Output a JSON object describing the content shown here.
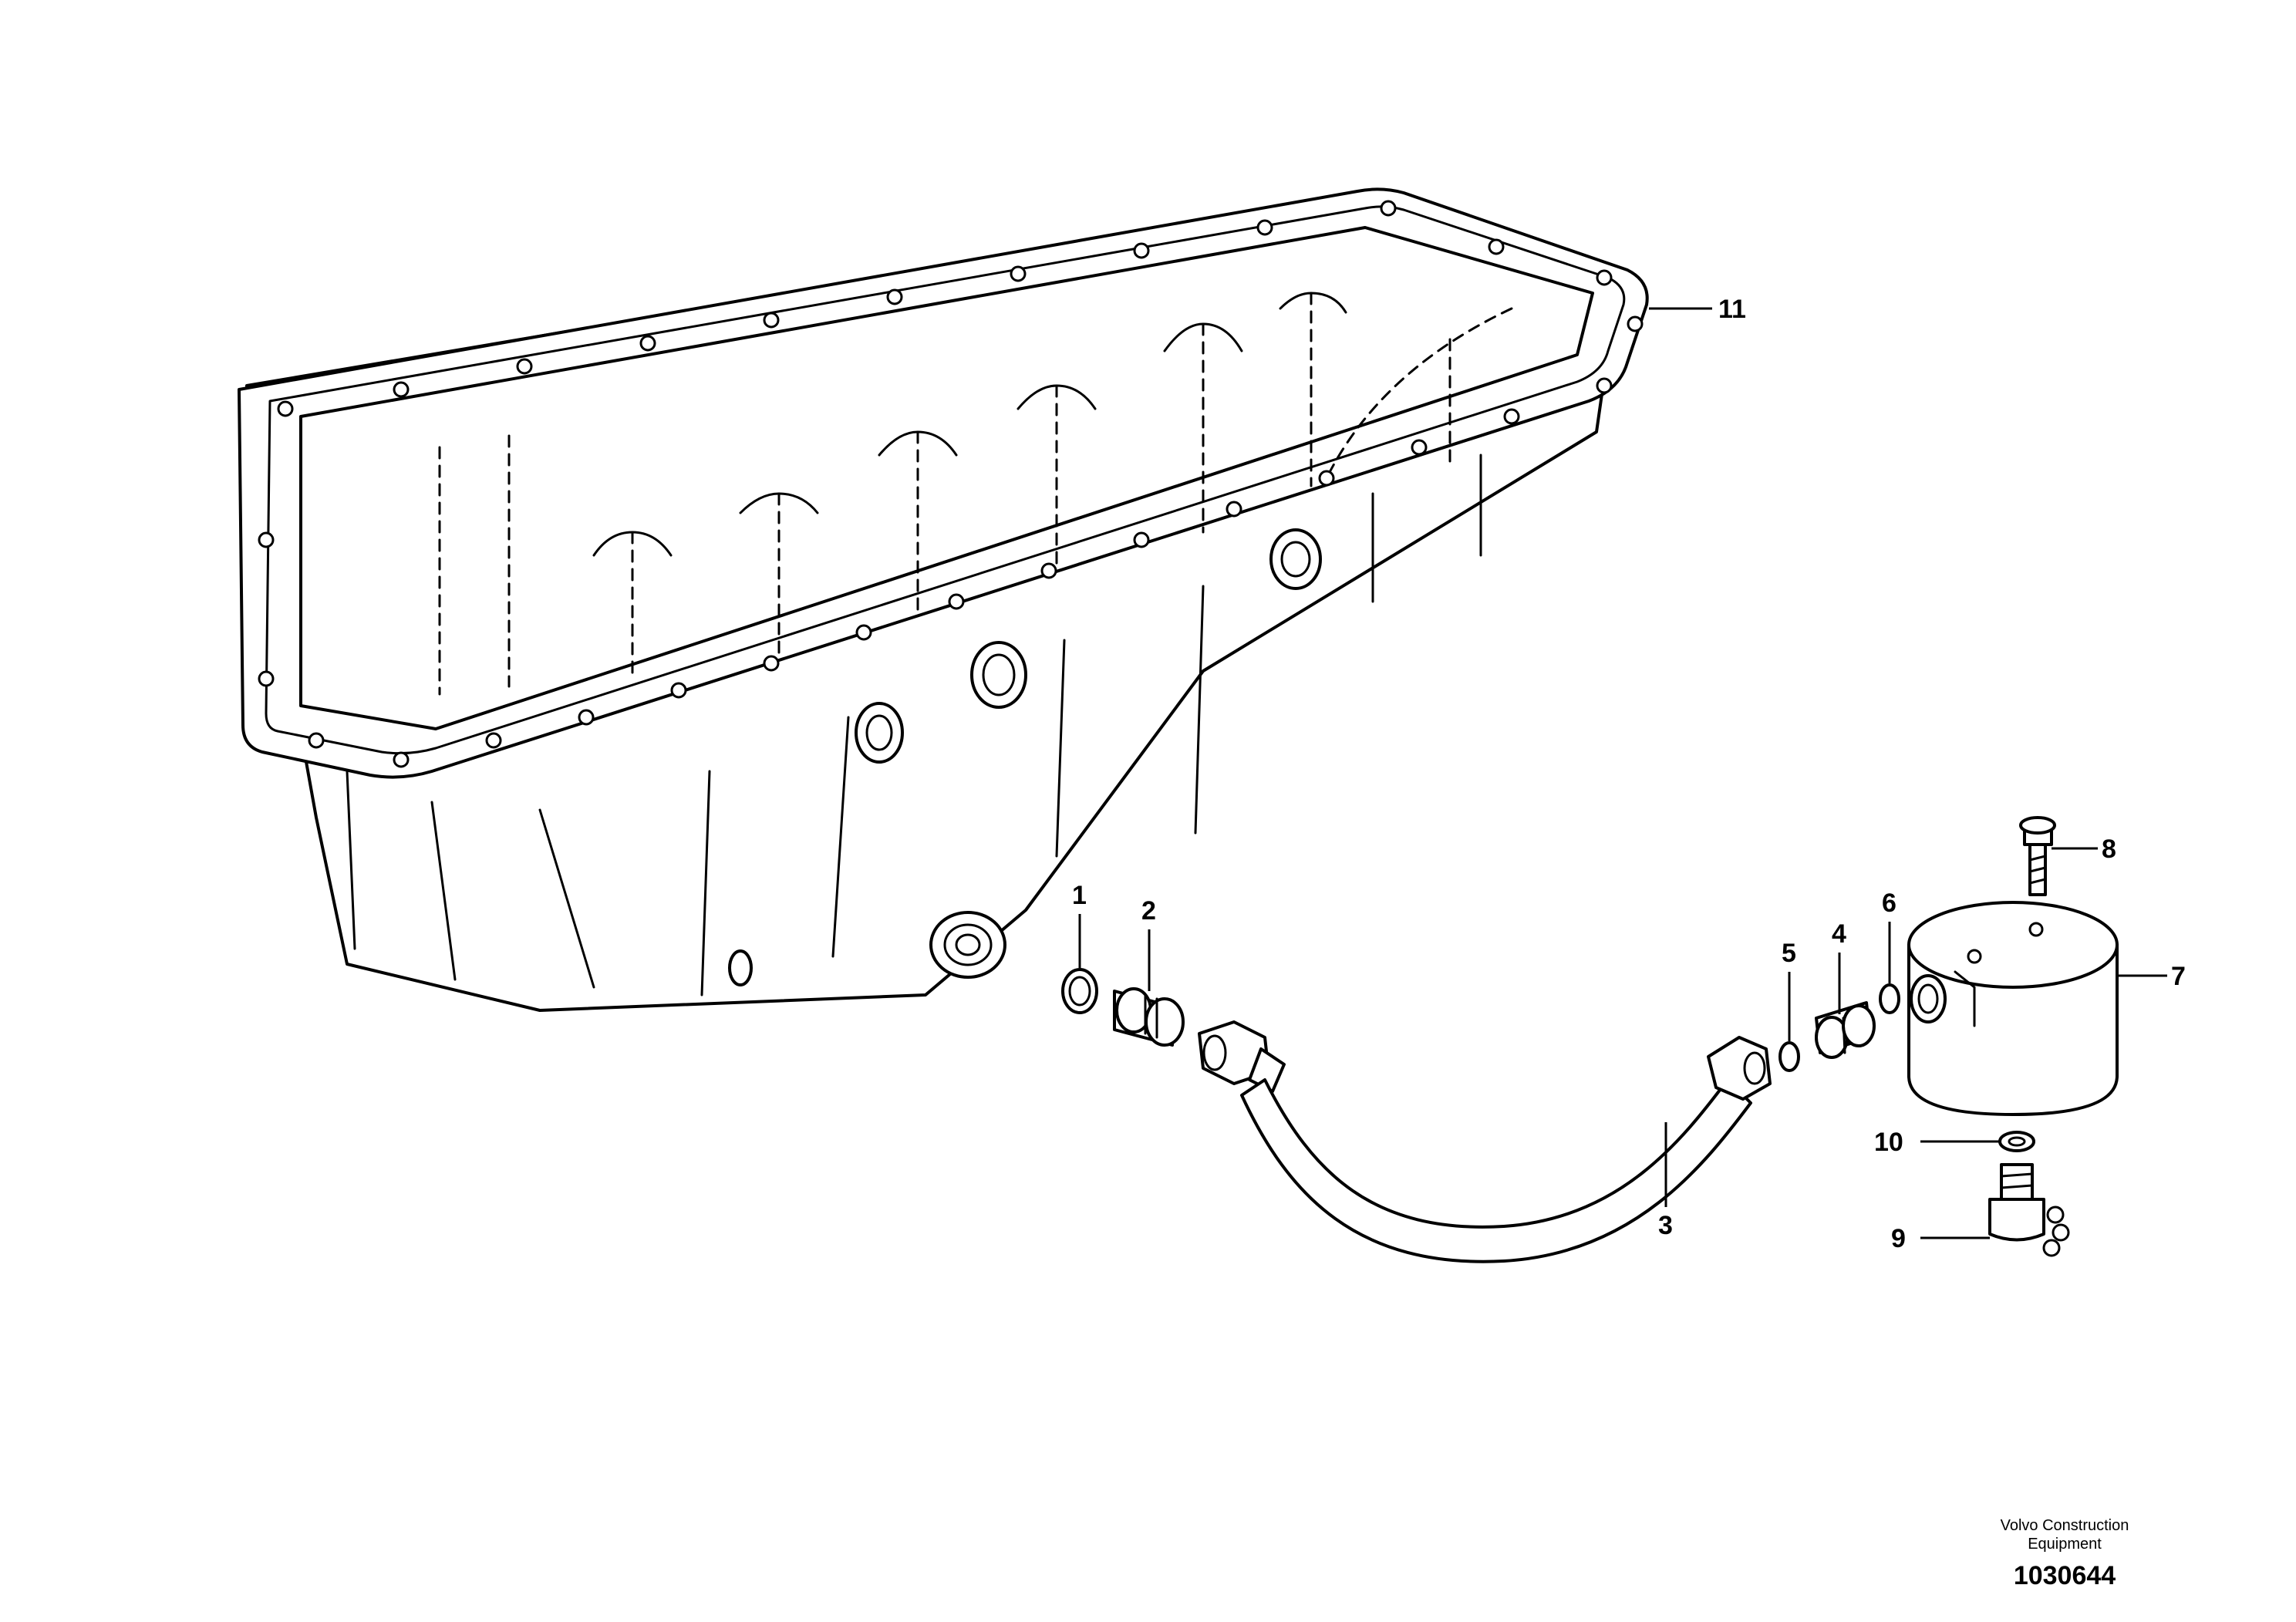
{
  "diagram": {
    "callouts": [
      {
        "id": "1",
        "label": "1",
        "part": "seal-ring"
      },
      {
        "id": "2",
        "label": "2",
        "part": "nipple"
      },
      {
        "id": "3",
        "label": "3",
        "part": "hose"
      },
      {
        "id": "4",
        "label": "4",
        "part": "nipple"
      },
      {
        "id": "5",
        "label": "5",
        "part": "o-ring"
      },
      {
        "id": "6",
        "label": "6",
        "part": "o-ring"
      },
      {
        "id": "7",
        "label": "7",
        "part": "drain-valve-block"
      },
      {
        "id": "8",
        "label": "8",
        "part": "flange-screw"
      },
      {
        "id": "9",
        "label": "9",
        "part": "drain-plug-with-cap"
      },
      {
        "id": "10",
        "label": "10",
        "part": "washer"
      },
      {
        "id": "11",
        "label": "11",
        "part": "oil-sump"
      }
    ]
  },
  "footer": {
    "brand_line1": "Volvo Construction",
    "brand_line2": "Equipment",
    "document_number": "1030644"
  }
}
